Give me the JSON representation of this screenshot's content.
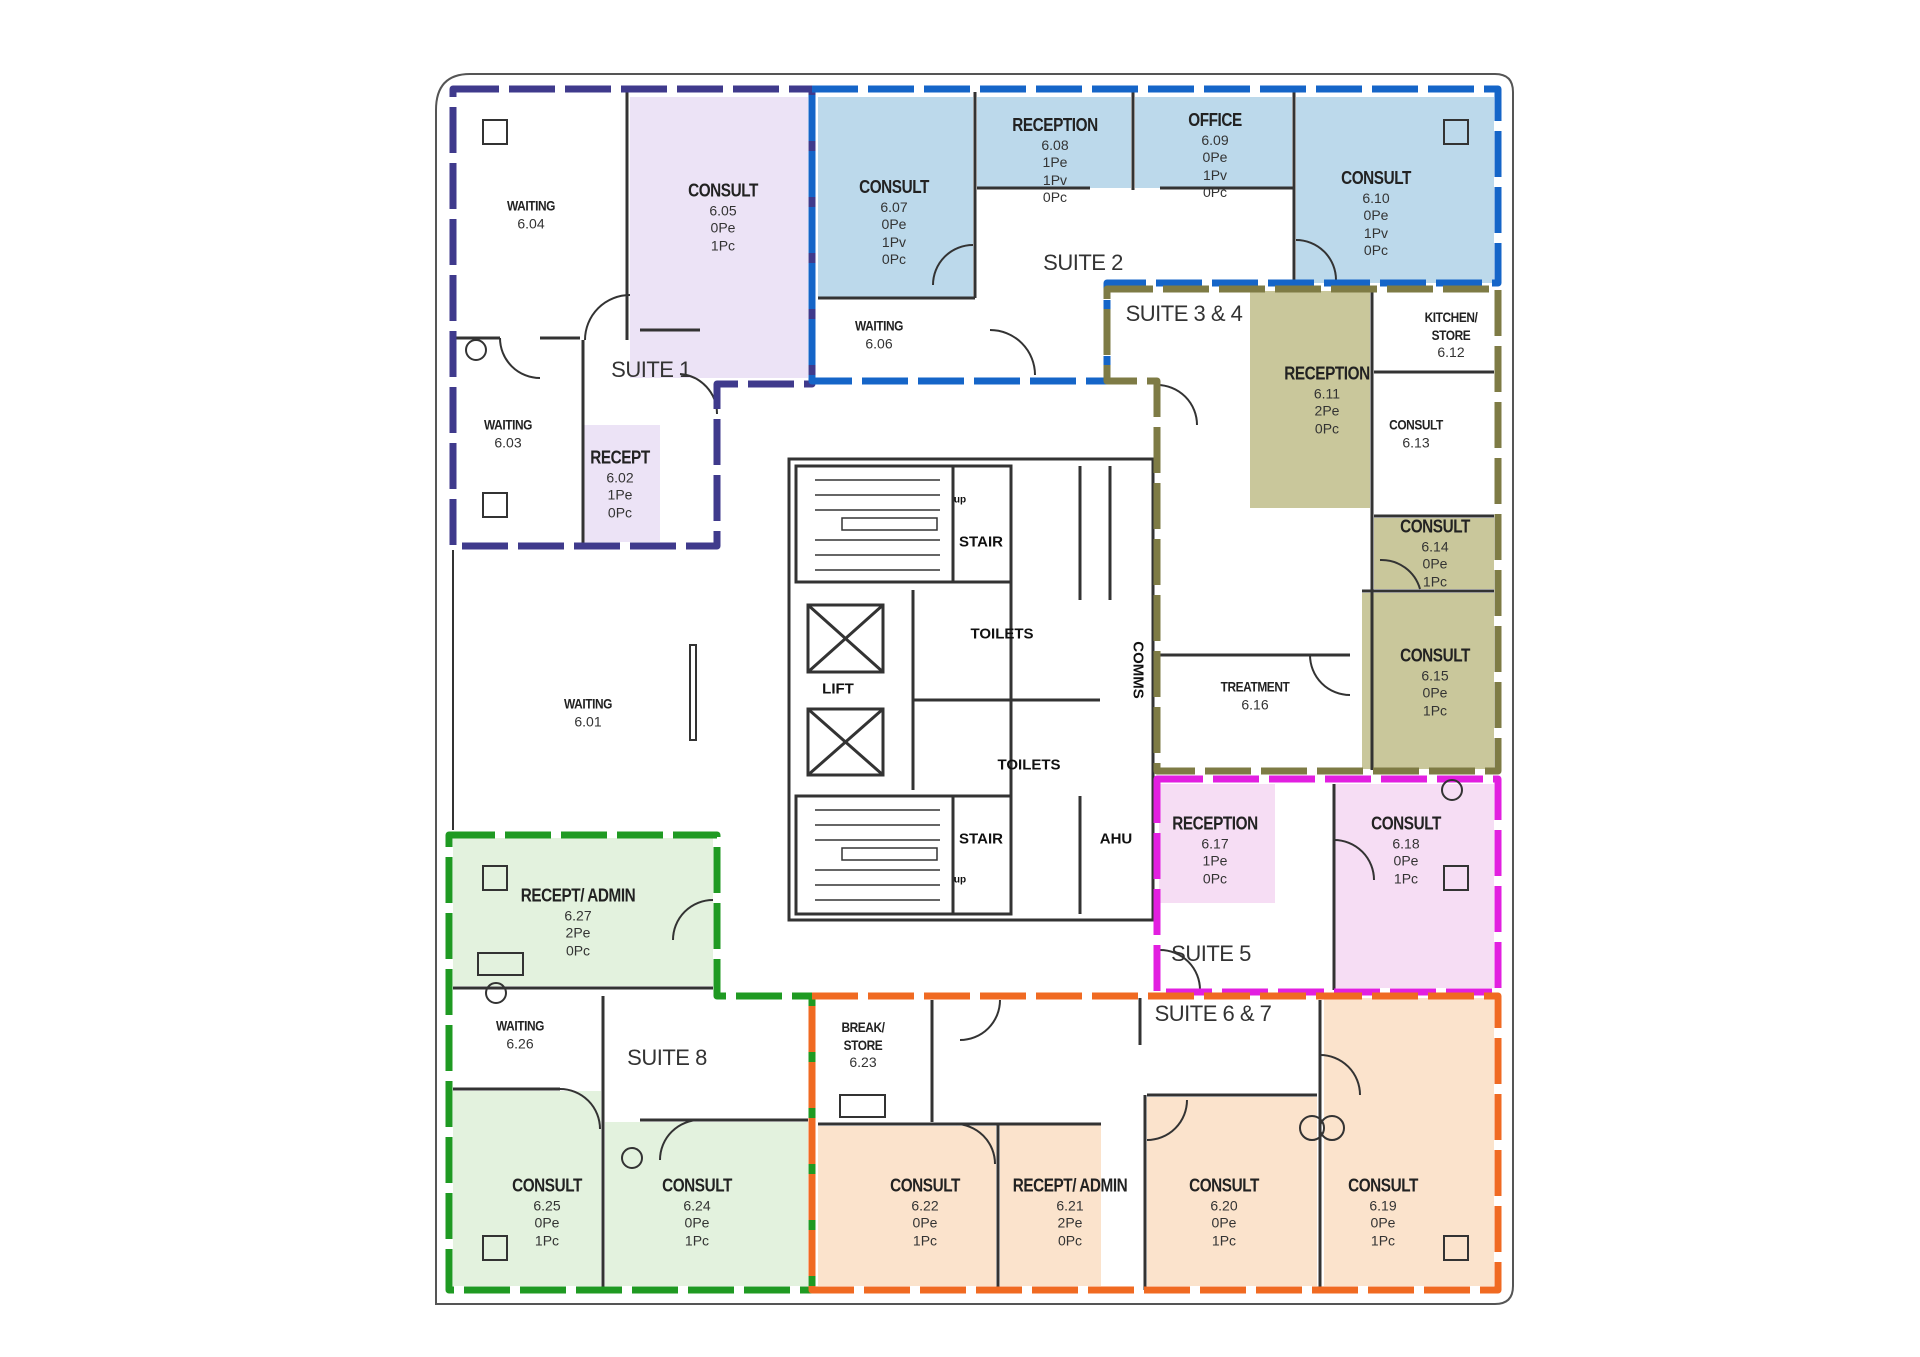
{
  "colors": {
    "suite1": "#3F3A8C",
    "suite2": "#1565C8",
    "suite34": "#7E7B45",
    "suite5": "#E21FE0",
    "suite8": "#1F9A22",
    "suite67": "#F06A22",
    "fill_lavender": "#ECE3F6",
    "fill_blue": "#BCD9EB",
    "fill_olive": "#C9C79B",
    "fill_pink": "#F6DDF4",
    "fill_green": "#E3F2DE",
    "fill_peach": "#FBE3CC"
  },
  "suites": {
    "s1": "SUITE 1",
    "s2": "SUITE 2",
    "s34": "SUITE 3 & 4",
    "s5": "SUITE 5",
    "s67": "SUITE 6 & 7",
    "s8": "SUITE 8"
  },
  "core": {
    "stair_upper": "STAIR",
    "stair_lower": "STAIR",
    "toilets_upper": "TOILETS",
    "toilets_lower": "TOILETS",
    "lift": "LIFT",
    "comms": "COMMS",
    "ahu": "AHU",
    "up1": "up",
    "up2": "up"
  },
  "rooms": {
    "r601": {
      "name": "WAITING",
      "number": "6.01"
    },
    "r602": {
      "name": "RECEPT",
      "number": "6.02",
      "stats": [
        "1Pe",
        "0Pc"
      ]
    },
    "r603": {
      "name": "WAITING",
      "number": "6.03"
    },
    "r604": {
      "name": "WAITING",
      "number": "6.04"
    },
    "r605": {
      "name": "CONSULT",
      "number": "6.05",
      "stats": [
        "0Pe",
        "1Pc"
      ]
    },
    "r606": {
      "name": "WAITING",
      "number": "6.06"
    },
    "r607": {
      "name": "CONSULT",
      "number": "6.07",
      "stats": [
        "0Pe",
        "1Pv",
        "0Pc"
      ]
    },
    "r608": {
      "name": "RECEPTION",
      "number": "6.08",
      "stats": [
        "1Pe",
        "1Pv",
        "0Pc"
      ]
    },
    "r609": {
      "name": "OFFICE",
      "number": "6.09",
      "stats": [
        "0Pe",
        "1Pv",
        "0Pc"
      ]
    },
    "r610": {
      "name": "CONSULT",
      "number": "6.10",
      "stats": [
        "0Pe",
        "1Pv",
        "0Pc"
      ]
    },
    "r611": {
      "name": "RECEPTION",
      "number": "6.11",
      "stats": [
        "2Pe",
        "0Pc"
      ]
    },
    "r612": {
      "name": "KITCHEN/ STORE",
      "number": "6.12"
    },
    "r613": {
      "name": "CONSULT",
      "number": "6.13"
    },
    "r614": {
      "name": "CONSULT",
      "number": "6.14",
      "stats": [
        "0Pe",
        "1Pc"
      ]
    },
    "r615": {
      "name": "CONSULT",
      "number": "6.15",
      "stats": [
        "0Pe",
        "1Pc"
      ]
    },
    "r616": {
      "name": "TREATMENT",
      "number": "6.16"
    },
    "r617": {
      "name": "RECEPTION",
      "number": "6.17",
      "stats": [
        "1Pe",
        "0Pc"
      ]
    },
    "r618": {
      "name": "CONSULT",
      "number": "6.18",
      "stats": [
        "0Pe",
        "1Pc"
      ]
    },
    "r619": {
      "name": "CONSULT",
      "number": "6.19",
      "stats": [
        "0Pe",
        "1Pc"
      ]
    },
    "r620": {
      "name": "CONSULT",
      "number": "6.20",
      "stats": [
        "0Pe",
        "1Pc"
      ]
    },
    "r621": {
      "name": "RECEPT/ ADMIN",
      "number": "6.21",
      "stats": [
        "2Pe",
        "0Pc"
      ]
    },
    "r622": {
      "name": "CONSULT",
      "number": "6.22",
      "stats": [
        "0Pe",
        "1Pc"
      ]
    },
    "r623": {
      "name": "BREAK/ STORE",
      "number": "6.23"
    },
    "r624": {
      "name": "CONSULT",
      "number": "6.24",
      "stats": [
        "0Pe",
        "1Pc"
      ]
    },
    "r625": {
      "name": "CONSULT",
      "number": "6.25",
      "stats": [
        "0Pe",
        "1Pc"
      ]
    },
    "r626": {
      "name": "WAITING",
      "number": "6.26"
    },
    "r627": {
      "name": "RECEPT/ ADMIN",
      "number": "6.27",
      "stats": [
        "2Pe",
        "0Pc"
      ]
    }
  }
}
